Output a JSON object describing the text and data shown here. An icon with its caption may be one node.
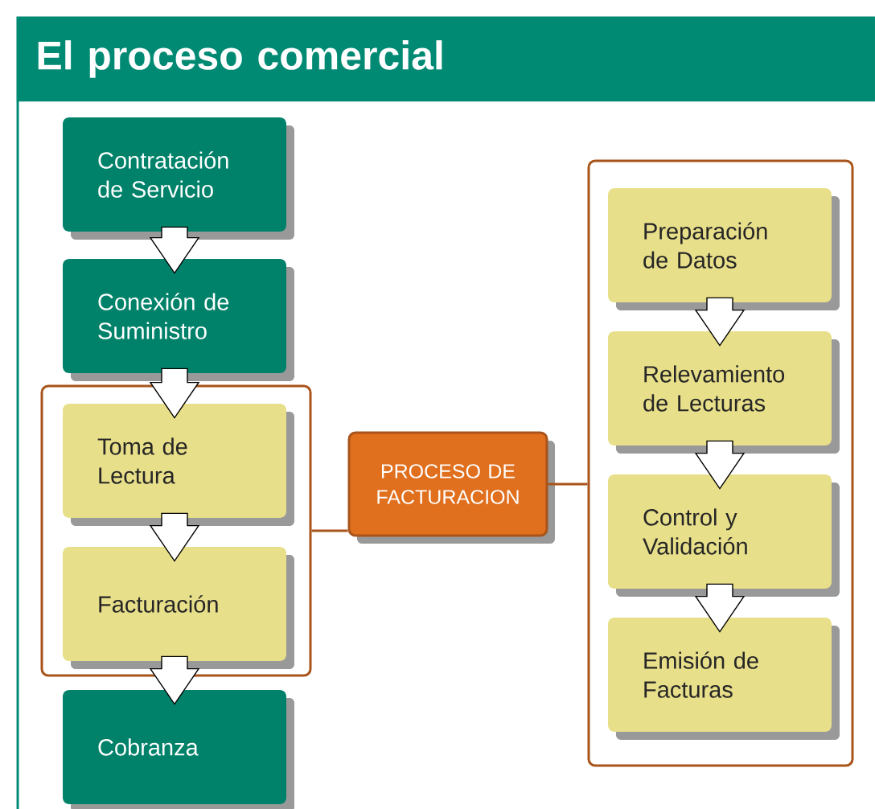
{
  "diagram": {
    "title": "El proceso comercial",
    "nodes": [
      {
        "text": [
          "Contratación de Servicio"
        ]
      },
      {
        "text": [
          "Conexión de Suministro"
        ]
      },
      {
        "text": [],
        "shape": "box"
      },
      {
        "text": [
          "Toma de Lectura"
        ],
        "in": 2
      },
      {
        "text": [
          "Facturación"
        ],
        "in": 2
      },
      {
        "text": [
          "Cobranza"
        ]
      },
      {
        "text": [
          "PROCESO DE FACTURACION"
        ]
      },
      {
        "text": [],
        "shape": "box"
      },
      {
        "text": [
          "Preparación de Datos"
        ],
        "in": 7
      },
      {
        "text": [
          "Relevamiento de Lecturas"
        ],
        "in": 7
      },
      {
        "text": [
          "Control y Validación"
        ],
        "in": 7
      },
      {
        "text": [
          "Emisión de Facturas"
        ],
        "in": 7
      }
    ],
    "edges": [
      {
        "from": 0,
        "to": 1,
        "arrow": "to"
      },
      {
        "from": 1,
        "to": 3,
        "arrow": "to"
      },
      {
        "from": 3,
        "to": 4,
        "arrow": "to"
      },
      {
        "from": 4,
        "to": 5,
        "arrow": "to"
      },
      {
        "from": 2,
        "to": 6,
        "arrow": "none"
      },
      {
        "from": 6,
        "to": 7,
        "arrow": "none"
      },
      {
        "from": 8,
        "to": 9,
        "arrow": "to"
      },
      {
        "from": 9,
        "to": 10,
        "arrow": "to"
      },
      {
        "from": 10,
        "to": 11,
        "arrow": "to"
      }
    ]
  }
}
